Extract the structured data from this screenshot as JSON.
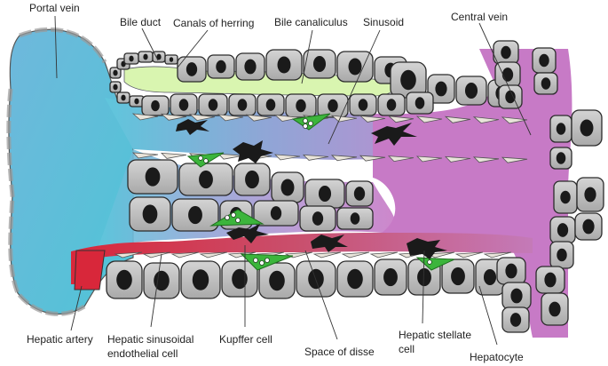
{
  "labels": {
    "portal_vein": "Portal vein",
    "bile_duct": "Bile duct",
    "canals_of_herring": "Canals of herring",
    "bile_canaliculus": "Bile canaliculus",
    "sinusoid": "Sinusoid",
    "central_vein": "Central vein",
    "hepatic_artery": "Hepatic artery",
    "endothelial_line1": "Hepatic sinusoidal",
    "endothelial_line2": "endothelial cell",
    "kupffer_cell": "Kupffer cell",
    "space_of_disse": "Space of disse",
    "stellate_line1": "Hepatic stellate",
    "stellate_line2": "cell",
    "hepatocyte": "Hepatocyte"
  },
  "colors": {
    "portal_blue": "#5fc6dc",
    "sinusoid_purple": "#9a8fd0",
    "central_magenta": "#c178c4",
    "artery_red": "#d8273a",
    "bile_green": "#d9f5b0",
    "kupffer_green": "#3cb53c",
    "hepatocyte_gray": "#b8b8b8",
    "stellate_black": "#1a1a1a"
  }
}
